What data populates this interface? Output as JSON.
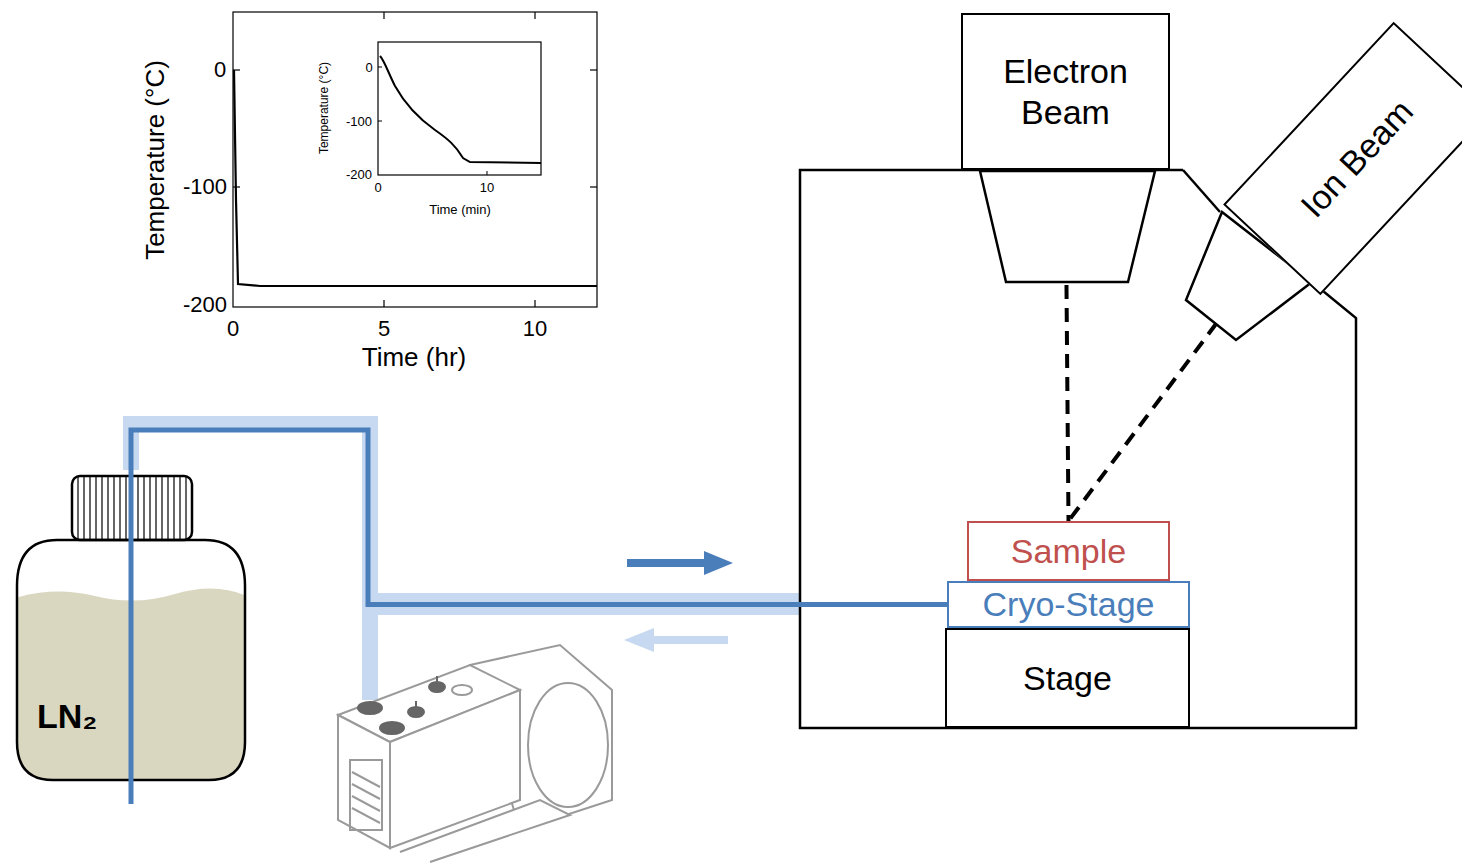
{
  "diagram": {
    "nodes": [
      {
        "text": [
          "Electron Beam"
        ]
      },
      {
        "text": [
          "Ion Beam"
        ]
      },
      {
        "text": [
          "LN₂"
        ]
      },
      {
        "text": [
          "Sample"
        ]
      },
      {
        "text": [
          "Cryo-Stage"
        ]
      },
      {
        "text": [
          "Stage"
        ]
      }
    ],
    "edges": [
      {
        "from": 2,
        "to": 4,
        "arrow": "none"
      },
      {
        "from": 0,
        "to": 3,
        "arrow": "none"
      },
      {
        "from": 1,
        "to": 3,
        "arrow": "none"
      }
    ],
    "labels": [
      "0",
      "-100",
      "-200",
      "0",
      "5",
      "10",
      "Time (hr)",
      "Temperature (°C)",
      "0",
      "-100",
      "-200",
      "0",
      "10",
      "Time (min)",
      "Temperature (°C)"
    ]
  }
}
